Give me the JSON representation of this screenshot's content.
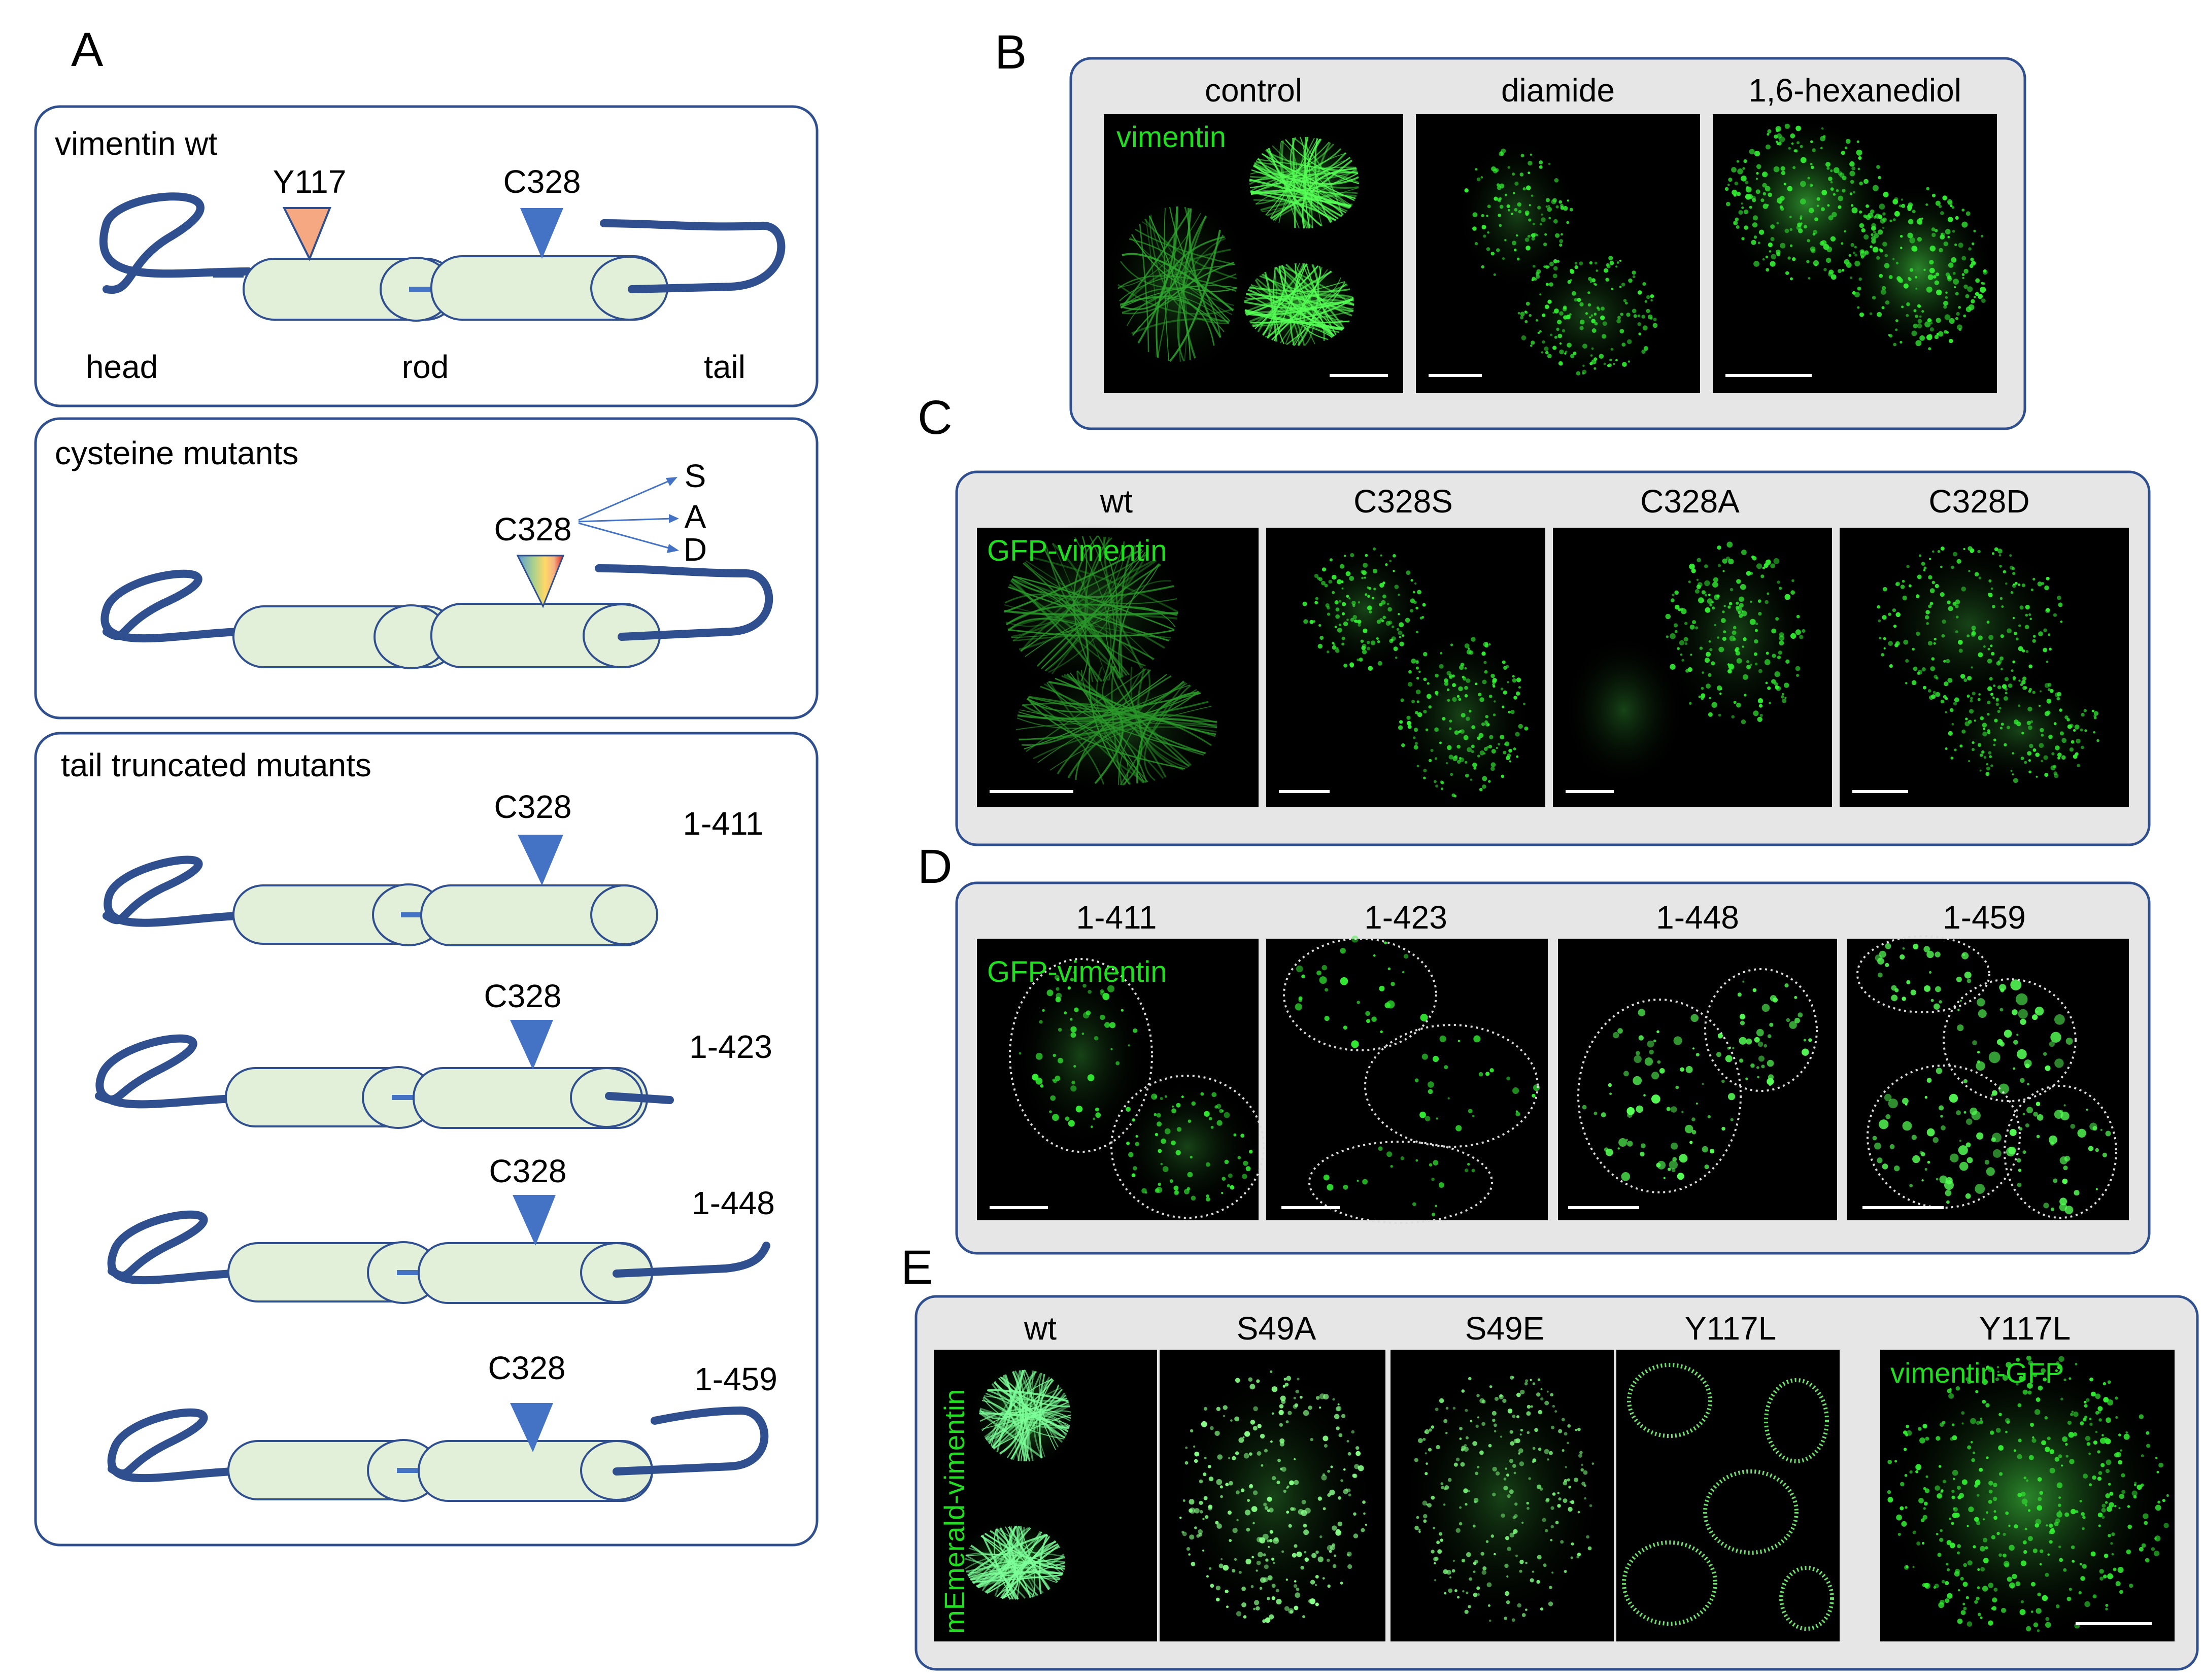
{
  "panel_letters": [
    "A",
    "B",
    "C",
    "D",
    "E"
  ],
  "panel_a": {
    "boxes": [
      {
        "title": "vimentin wt",
        "markers": [
          {
            "label": "Y117",
            "color": "#f5a882"
          },
          {
            "label": "C328",
            "color": "#4472c4"
          }
        ],
        "domain_labels": [
          "head",
          "rod",
          "tail"
        ]
      },
      {
        "title": "cysteine mutants",
        "marker_label": "C328",
        "substitutions": [
          "S",
          "A",
          "D"
        ]
      },
      {
        "title": "tail truncated mutants",
        "constructs": [
          {
            "marker_label": "C328",
            "range": "1-411"
          },
          {
            "marker_label": "C328",
            "range": "1-423"
          },
          {
            "marker_label": "C328",
            "range": "1-448"
          },
          {
            "marker_label": "C328",
            "range": "1-459"
          }
        ]
      }
    ],
    "colors": {
      "domain_fill": "#e2efd9",
      "line": "#2f4f8f",
      "marker": "#4472c4"
    }
  },
  "panel_b": {
    "columns": [
      "control",
      "diamide",
      "1,6-hexanediol"
    ],
    "stain_label": "vimentin"
  },
  "panel_c": {
    "columns": [
      "wt",
      "C328S",
      "C328A",
      "C328D"
    ],
    "stain_label": "GFP-vimentin"
  },
  "panel_d": {
    "columns": [
      "1-411",
      "1-423",
      "1-448",
      "1-459"
    ],
    "stain_label": "GFP-vimentin"
  },
  "panel_e": {
    "columns": [
      "wt",
      "S49A",
      "S49E",
      "Y117L"
    ],
    "stain_label": "mEmerald-vimentin",
    "inset_title": "Y117L",
    "inset_stain_label": "vimentin-GFP"
  },
  "colors": {
    "panel_bg": "#e6e6e6",
    "panel_border": "#2f4f8f",
    "stain": "#22dd22"
  }
}
